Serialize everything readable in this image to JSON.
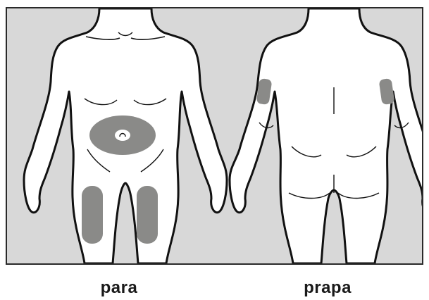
{
  "labels": {
    "front": "para",
    "back": "prapa"
  },
  "colors": {
    "background": "#d8d8d8",
    "body_fill": "#ffffff",
    "outline": "#111111",
    "injection_site": "#8a8a88"
  },
  "injection_sites": [
    {
      "view": "front",
      "site": "abdomen-icon"
    },
    {
      "view": "front",
      "site": "left-thigh-icon"
    },
    {
      "view": "front",
      "site": "right-thigh-icon"
    },
    {
      "view": "back",
      "site": "left-upper-arm-icon"
    },
    {
      "view": "back",
      "site": "right-upper-arm-icon"
    }
  ]
}
